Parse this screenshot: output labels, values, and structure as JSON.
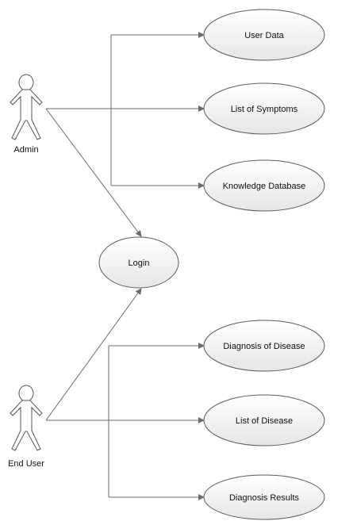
{
  "actors": {
    "admin": "Admin",
    "end_user": "End User"
  },
  "use_cases": {
    "user_data": "User Data",
    "list_of_symptoms": "List of Symptoms",
    "knowledge_database": "Knowledge Database",
    "login": "Login",
    "diagnosis_of_disease": "Diagnosis of Disease",
    "list_of_disease": "List of Disease",
    "diagnosis_results": "Diagnosis Results"
  },
  "colors": {
    "line": "#6b6b6b",
    "usecase_fill_top": "#ffffff",
    "usecase_fill_bottom": "#e9e9e9",
    "usecase_stroke": "#5a5a5a"
  }
}
